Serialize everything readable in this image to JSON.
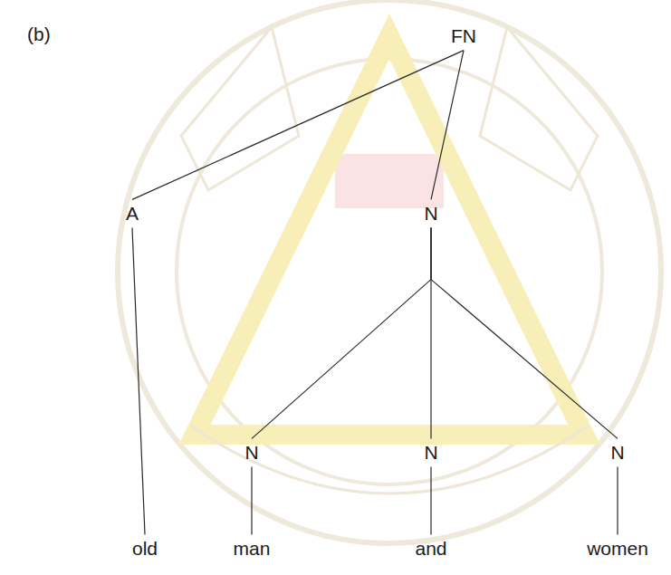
{
  "diagram": {
    "nodes": [
      {
        "text": [
          "FN"
        ]
      },
      {
        "text": [
          "A"
        ]
      },
      {
        "text": [
          "N"
        ]
      },
      {
        "text": [
          "N"
        ]
      },
      {
        "text": [
          "N"
        ]
      },
      {
        "text": [
          "N"
        ]
      },
      {
        "text": [
          "old"
        ]
      },
      {
        "text": [
          "man"
        ]
      },
      {
        "text": [
          "and"
        ]
      },
      {
        "text": [
          "women"
        ]
      }
    ],
    "edges": [
      {
        "from": 0,
        "to": 1,
        "arrow": "none"
      },
      {
        "from": 0,
        "to": 2,
        "arrow": "none"
      },
      {
        "from": 2,
        "to": 3,
        "arrow": "none"
      },
      {
        "from": 2,
        "to": 4,
        "arrow": "none"
      },
      {
        "from": 2,
        "to": 5,
        "arrow": "none"
      },
      {
        "from": 1,
        "to": 6,
        "arrow": "none"
      },
      {
        "from": 3,
        "to": 7,
        "arrow": "none"
      },
      {
        "from": 4,
        "to": 8,
        "arrow": "none"
      },
      {
        "from": 5,
        "to": 9,
        "arrow": "none"
      }
    ],
    "labels": [
      "(b)"
    ]
  }
}
